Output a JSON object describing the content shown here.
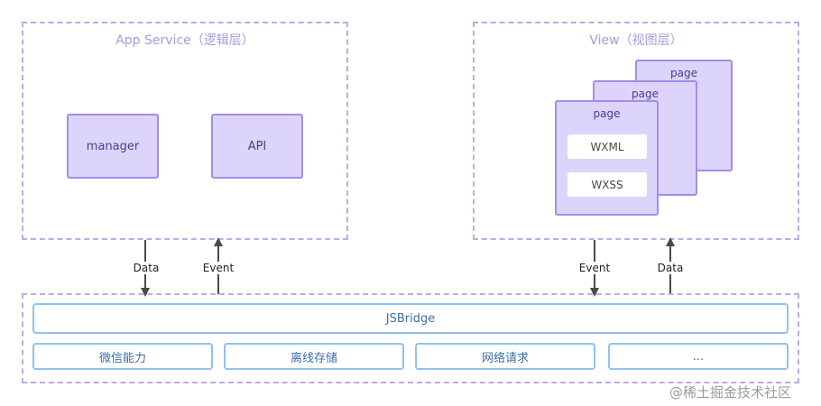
{
  "app_service": {
    "title": "App Service（逻辑层）",
    "modules": [
      "manager",
      "API"
    ]
  },
  "view": {
    "title": "View（视图层）",
    "page_labels": [
      "page",
      "page",
      "page"
    ],
    "front_items": [
      "WXML",
      "WXSS"
    ]
  },
  "connections": {
    "left_down": "Data",
    "left_up": "Event",
    "right_down": "Event",
    "right_up": "Data"
  },
  "jsbridge": {
    "title": "JSBridge",
    "capabilities": [
      "微信能力",
      "离线存储",
      "网络请求",
      "..."
    ]
  },
  "watermark": "@稀土掘金技术社区",
  "colors": {
    "group_border": "#b9aee6",
    "module_fill": "#ddd4fb",
    "module_border": "#a18ee6",
    "bridge_border": "#8fc2ee"
  }
}
